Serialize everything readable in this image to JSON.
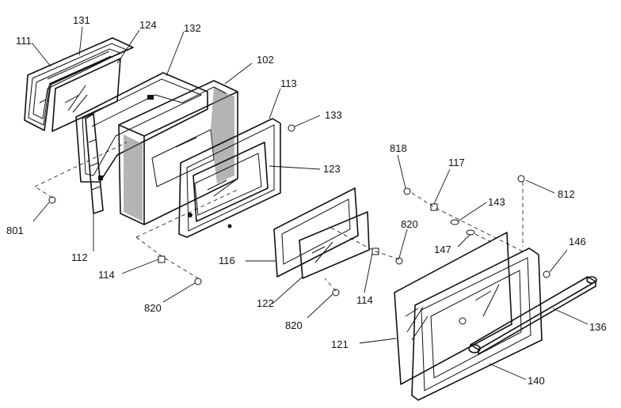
{
  "labels": {
    "p111": "111",
    "p131": "131",
    "p124": "124",
    "p132": "132",
    "p102": "102",
    "p113": "113",
    "p133": "133",
    "p818": "818",
    "p117": "117",
    "p812": "812",
    "p123": "123",
    "p143": "143",
    "p820a": "820",
    "p147": "147",
    "p146": "146",
    "p801": "801",
    "p112": "112",
    "p116": "116",
    "p114a": "114",
    "p114b": "114",
    "p122": "122",
    "p820b": "820",
    "p820c": "820",
    "p121": "121",
    "p136": "136",
    "p140": "140"
  }
}
